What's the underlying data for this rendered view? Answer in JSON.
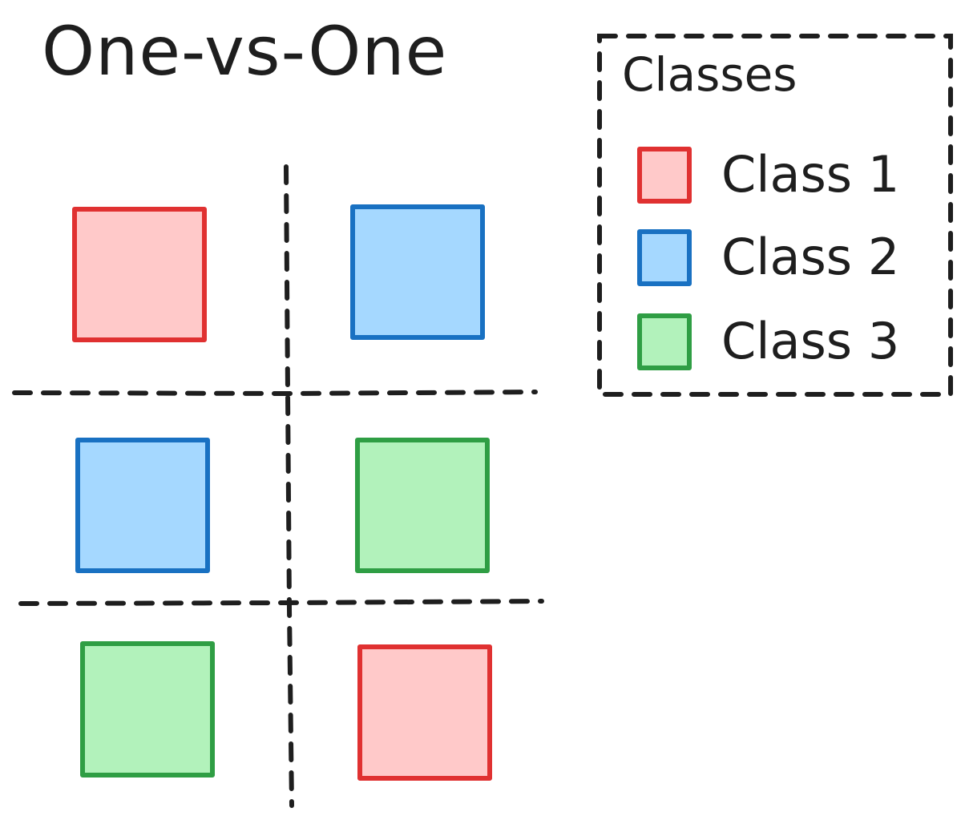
{
  "diagram": {
    "title": "One-vs-One",
    "legend": {
      "title": "Classes",
      "items": [
        {
          "label": "Class 1",
          "fill": "#ffc9c9",
          "stroke": "#e03131"
        },
        {
          "label": "Class 2",
          "fill": "#a5d8ff",
          "stroke": "#1971c2"
        },
        {
          "label": "Class 3",
          "fill": "#b2f2bb",
          "stroke": "#2f9e44"
        }
      ]
    },
    "pairs": [
      {
        "left": "Class 1",
        "right": "Class 2"
      },
      {
        "left": "Class 2",
        "right": "Class 3"
      },
      {
        "left": "Class 3",
        "right": "Class 1"
      }
    ],
    "colors": {
      "ink": "#1e1e1e"
    }
  }
}
